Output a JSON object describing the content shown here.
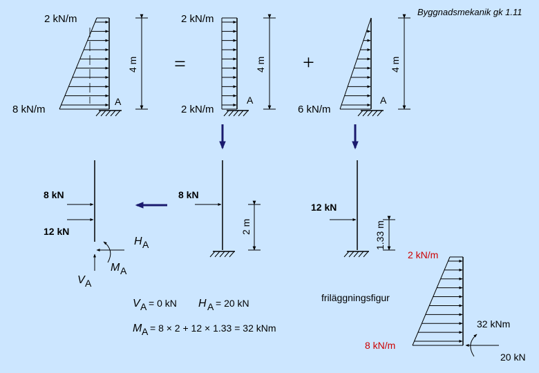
{
  "header": {
    "course_label": "Byggnadsmekanik gk 1.11"
  },
  "top_row": {
    "fig1": {
      "top_load": "2 kN/m",
      "bottom_load": "8 kN/m",
      "height": "4 m",
      "support": "A"
    },
    "equals_sign": "=",
    "fig2": {
      "top_load": "2 kN/m",
      "bottom_load": "2 kN/m",
      "height": "4 m",
      "support": "A"
    },
    "plus_sign": "+",
    "fig3": {
      "bottom_load": "6 kN/m",
      "height": "4 m",
      "support": "A"
    }
  },
  "middle_row": {
    "fig4": {
      "force_upper": "8 kN",
      "force_lower": "12 kN",
      "h_label": "H",
      "v_label": "V",
      "m_label": "M",
      "sub": "A"
    },
    "fig5": {
      "force": "8 kN",
      "arm": "2 m"
    },
    "fig6": {
      "force": "12 kN",
      "arm": "1.33 m"
    }
  },
  "results": {
    "va_sym": "V",
    "va_sub": "A",
    "va_val": "= 0 kN",
    "ha_sym": "H",
    "ha_sub": "A",
    "ha_val": "= 20 kN",
    "ma_sym": "M",
    "ma_sub": "A",
    "ma_expr": "= 8 × 2  +  12 × 1.33 = 32 kNm"
  },
  "free_body": {
    "caption": "friläggningsfigur",
    "top_load": "2 kN/m",
    "bottom_load": "8 kN/m",
    "moment": "32 kNm",
    "force": "20 kN"
  },
  "colors": {
    "background": "#cce6ff",
    "line": "#000000",
    "accent_arrow": "#1a1a6e",
    "red_text": "#cc0000"
  }
}
